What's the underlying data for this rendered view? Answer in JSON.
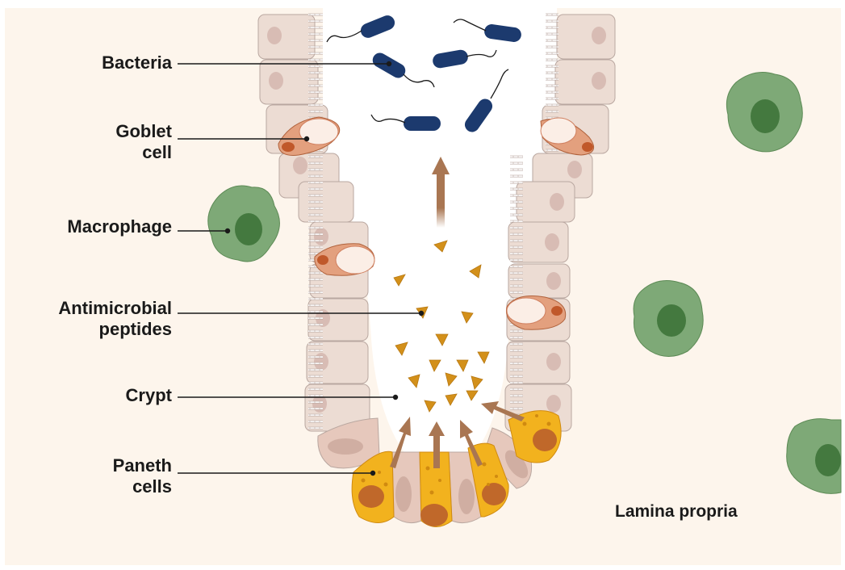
{
  "labels": {
    "bacteria": "Bacteria",
    "goblet_cell": [
      "Goblet",
      "cell"
    ],
    "macrophage": "Macrophage",
    "antimicrobial_peptides": [
      "Antimicrobial",
      "peptides"
    ],
    "crypt": "Crypt",
    "paneth_cells": [
      "Paneth",
      "cells"
    ],
    "lamina_propria": "Lamina propria"
  },
  "colors": {
    "background": "#fdf5ec",
    "epithelial_cell": "#ecdcd3",
    "epithelial_nucleus": "#d8bcb4",
    "goblet_cell": "#e3a07e",
    "paneth_cell": "#f2b21e",
    "paneth_nucleus": "#c0682a",
    "peptide": "#d3901a",
    "bacteria": "#1c3a6e",
    "macrophage": "#7ea977",
    "macrophage_nucleus": "#44793f",
    "arrow": "#a97652"
  }
}
